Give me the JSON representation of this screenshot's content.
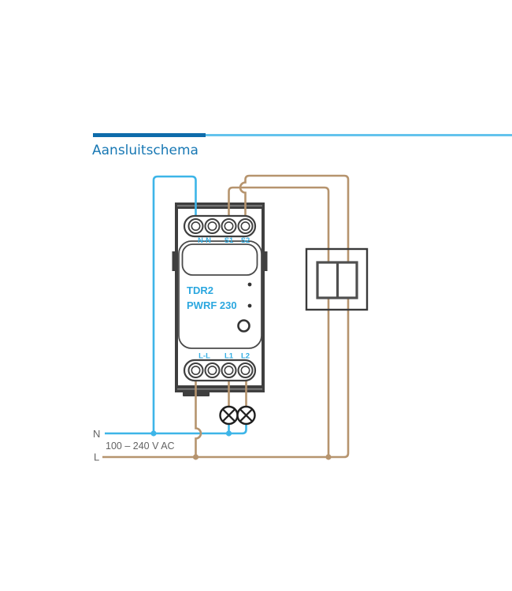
{
  "header": {
    "title": "Aansluitschema"
  },
  "device": {
    "model_line1": "TDR2",
    "model_line2": "PWRF 230",
    "top_terminal_labels": [
      "N-N",
      "S1",
      "S2"
    ],
    "bottom_terminal_labels": [
      "L-L",
      "L1",
      "L2"
    ]
  },
  "power": {
    "neutral_label": "N",
    "line_label": "L",
    "voltage": "100 – 240 V AC"
  },
  "colors": {
    "rule_dark_blue": "#0e6cab",
    "rule_light_blue": "#63c3ed",
    "title_blue": "#1878b4",
    "wire_neutral_blue": "#3db5e8",
    "wire_line_brown": "#b6946e",
    "device_label_blue": "#2ba7df",
    "terminal_label_blue": "#35aee3",
    "outline_dark": "#3f3f3f",
    "text_gray": "#636363"
  }
}
